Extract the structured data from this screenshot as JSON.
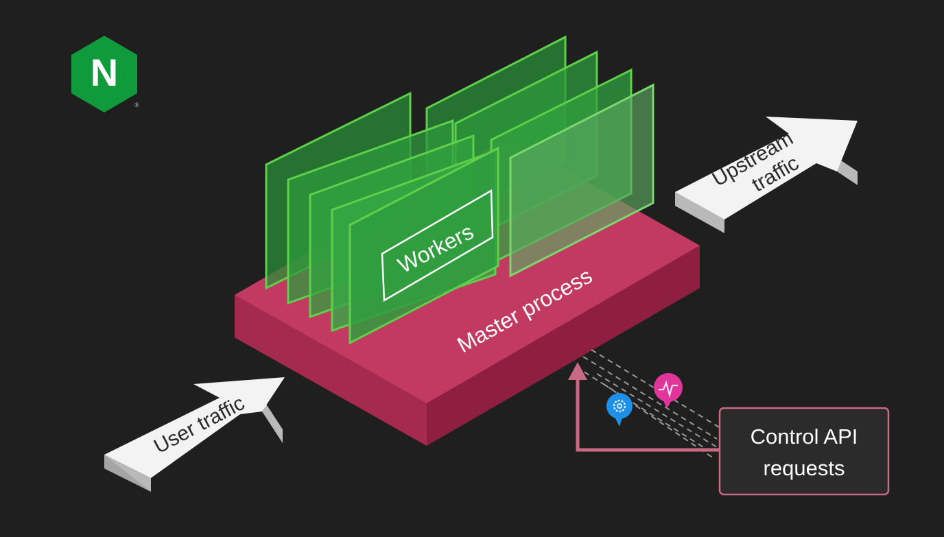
{
  "brand": {
    "logo_letter": "N",
    "registered_mark": "®",
    "logo_color": "#0f9a3c"
  },
  "labels": {
    "workers": "Workers",
    "master_process": "Master process",
    "user_traffic": "User traffic",
    "upstream_line1": "Upstream",
    "upstream_line2": "traffic",
    "control_line1": "Control API",
    "control_line2": "requests"
  },
  "icons": [
    "gear-icon",
    "heartbeat-icon"
  ],
  "colors": {
    "background": "#1f1f1f",
    "master_top": "#c23a62",
    "master_side": "#8f1f42",
    "worker_fill": "#2f9c3e",
    "worker_border": "#5fd04a",
    "arrow_fill": "#f3f3f3",
    "arrow_side": "#bdbdbd",
    "control_arrow": "#c86a86",
    "gear_badge": "#1e90e6",
    "heartbeat_badge": "#e0359a"
  }
}
